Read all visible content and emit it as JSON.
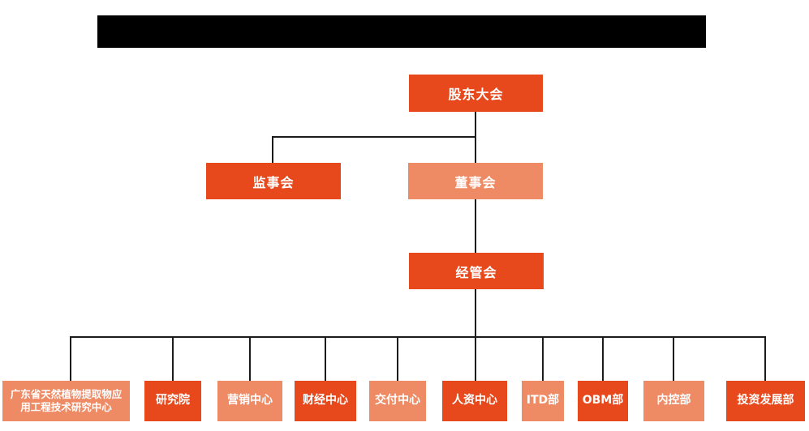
{
  "diagram": {
    "type": "org-chart",
    "background": "#ffffff",
    "title_bar": {
      "redacted": true,
      "color": "#000000"
    },
    "colors": {
      "primary": "#e7491d",
      "secondary": "#ee8a64",
      "connector": "#1b1b1b",
      "text": "#ffffff"
    },
    "nodes": {
      "shareholders": {
        "label": "股东大会",
        "style": "dark"
      },
      "supervisory": {
        "label": "监事会",
        "style": "dark"
      },
      "board": {
        "label": "董事会",
        "style": "light"
      },
      "management": {
        "label": "经管会",
        "style": "dark"
      }
    },
    "departments": [
      {
        "label": "广东省天然植物提取物应用工程技术研究中心",
        "style": "light"
      },
      {
        "label": "研究院",
        "style": "dark"
      },
      {
        "label": "营销中心",
        "style": "light"
      },
      {
        "label": "财经中心",
        "style": "dark"
      },
      {
        "label": "交付中心",
        "style": "light"
      },
      {
        "label": "人资中心",
        "style": "dark"
      },
      {
        "label": "ITD部",
        "style": "light"
      },
      {
        "label": "OBM部",
        "style": "dark"
      },
      {
        "label": "内控部",
        "style": "light"
      },
      {
        "label": "投资发展部",
        "style": "dark"
      }
    ],
    "hierarchy": {
      "root": "股东大会",
      "children_of_root": [
        "监事会",
        "董事会"
      ],
      "child_of_board": "经管会",
      "children_of_management": [
        "广东省天然植物提取物应用工程技术研究中心",
        "研究院",
        "营销中心",
        "财经中心",
        "交付中心",
        "人资中心",
        "ITD部",
        "OBM部",
        "内控部",
        "投资发展部"
      ]
    }
  }
}
